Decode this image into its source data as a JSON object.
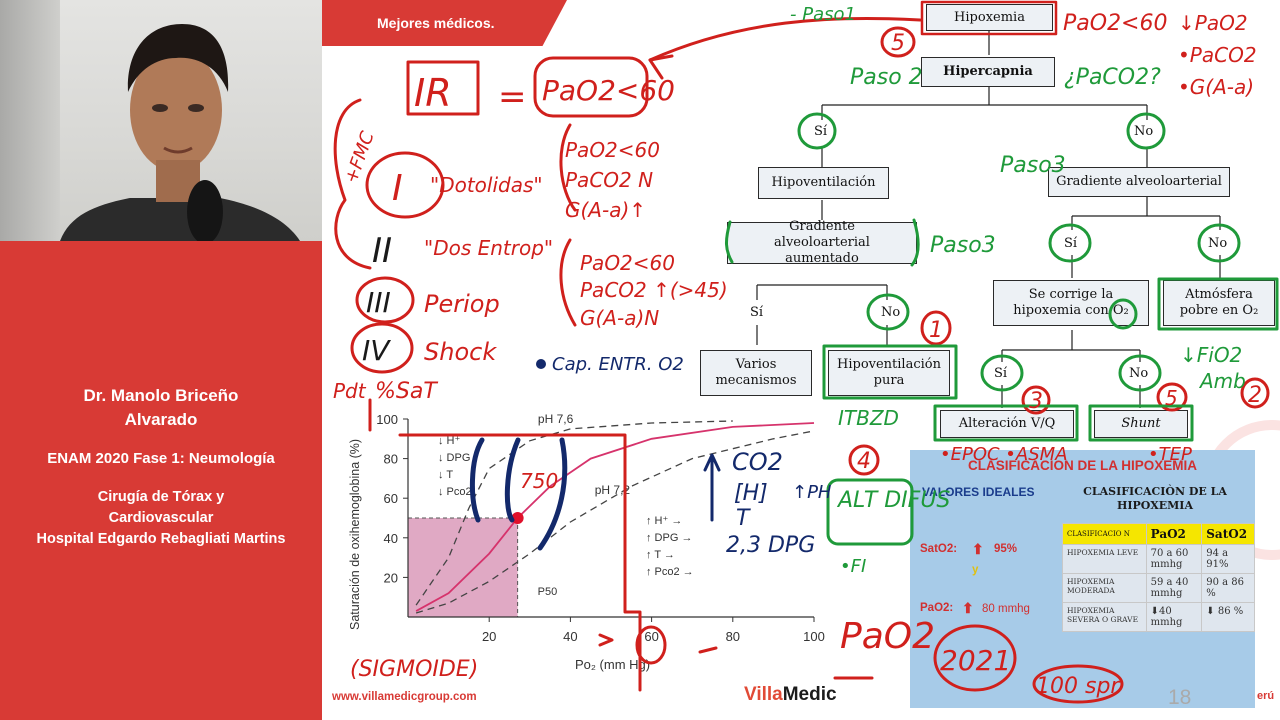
{
  "sidebar": {
    "doctor_name": "Dr. Manolo Briceño Alvarado",
    "course": "ENAM 2020 Fase 1: Neumología",
    "department": "Cirugía de Tórax y Cardiovascular",
    "hospital": "Hospital Edgardo Rebagliati Martins"
  },
  "slide": {
    "tag": "Mejores médicos.",
    "footer_url": "www.villamedicgroup.com",
    "brand_left": "Villa",
    "brand_right": "Medic",
    "page_number": "18",
    "corner": "erú"
  },
  "flowchart": {
    "hipoxemia": "Hipoxemia",
    "hipercapnia": "Hipercapnia",
    "si": "Sí",
    "no": "No",
    "hipoventilacion": "Hipoventilación",
    "gradiente_aumentado": "Gradiente alveoloarterial aumentado",
    "gradiente": "Gradiente alveoloarterial",
    "varios": "Varios mecanismos",
    "hipovent_pura": "Hipoventilación pura",
    "se_corrige": "Se corrige la hipoxemia con O₂",
    "atmosfera": "Atmósfera pobre en O₂",
    "alteracion": "Alteración V/Q",
    "shunt": "Shunt"
  },
  "chart_data": {
    "type": "line",
    "xlabel": "Po₂ (mm Hg)",
    "ylabel": "Saturación de oxihemoglobina (%)",
    "xlim": [
      0,
      100
    ],
    "ylim": [
      0,
      100
    ],
    "xticks": [
      20,
      40,
      60,
      80,
      100
    ],
    "yticks": [
      20,
      40,
      60,
      80,
      100
    ],
    "series": [
      {
        "x": [
          2,
          10,
          20,
          27,
          35,
          45,
          60,
          80,
          100
        ],
        "y": [
          3,
          12,
          32,
          50,
          66,
          80,
          90,
          96,
          98
        ]
      },
      {
        "name": "pH 7,6",
        "x": [
          2,
          10,
          15,
          20,
          30,
          40,
          60,
          80
        ],
        "y": [
          6,
          30,
          55,
          75,
          89,
          95,
          98,
          99
        ]
      },
      {
        "name": "pH 7,2",
        "x": [
          2,
          10,
          20,
          30,
          40,
          55,
          70,
          90,
          100
        ],
        "y": [
          2,
          7,
          18,
          32,
          48,
          66,
          80,
          90,
          94
        ]
      }
    ],
    "annotations": [
      "H⁺",
      "DPG",
      "T",
      "Pco2",
      "P50",
      "H⁺",
      "DPG",
      "T",
      "Pco2"
    ],
    "p50_marker": [
      27,
      50
    ]
  },
  "clasificacion": {
    "title": "CLASIFICACION DE LA HIPOXEMIA",
    "valores_ideales": "VALORES IDEALES",
    "satO2_label": "SatO2:",
    "satO2_value": "95%",
    "pao2_label": "PaO2:",
    "pao2_value": "80 mmhg",
    "y_text": "y",
    "table_title": "CLASIFICACIÒN DE LA HIPOXEMIA",
    "headers": [
      "CLASIFICACIO N",
      "PaO2",
      "SatO2"
    ],
    "rows": [
      [
        "HIPOXEMIA LEVE",
        "70 a 60 mmhg",
        "94 a 91%"
      ],
      [
        "HIPOXEMIA MODERADA",
        "59 a 40 mmhg",
        "90 a 86 %"
      ],
      [
        "HIPOXEMIA SEVERA O GRAVE",
        "40 mmhg",
        "86 %"
      ]
    ]
  },
  "handwriting": {
    "ir": "IR",
    "eq": "=",
    "pao2_60": "PaO2<60",
    "pao2_60_top": "PaO2<60",
    "paso1": "- Paso1",
    "paso2": "Paso 2",
    "paso3a": "Paso3",
    "paso3b": "Paso3",
    "paco2_q": "¿PaCO2?",
    "tipo1": "I",
    "tipo2": "II",
    "tipo3": "III",
    "tipo4": "IV",
    "dotacion": "\"Dotolidas\"",
    "dos_entrop": "\"Dos Entrop\"",
    "periop": "Periop",
    "shock": "Shock",
    "pao2_lt60": "PaO2<60",
    "paco2_n": "PaCO2 N",
    "g_aa": "G(A-a)↑",
    "pao2_lt60b": "PaO2<60",
    "paco2_45": "PaCO2 ↑(>45)",
    "g_aa_n": "G(A-a)N",
    "cap_entr": "Cap. ENTR. O2",
    "right_list": [
      "↓PaO2",
      "•PaCO2",
      "•G(A-a)"
    ],
    "fio2": "↓FiO2",
    "amb": "Amb",
    "itbzd": "ITBZD",
    "epoc": "•EPOC •ASMA",
    "tep": "•TEP",
    "art_difus": "ALT DIFUS",
    "fi": "•FI",
    "co2": "CO2",
    "h": "[H]",
    "t": "T",
    "dpg": "2,3 DPG",
    "ph": "↑PH",
    "num_750": "750",
    "pdt": "Pdt",
    "sat": "%SaT",
    "sigmoide": "(SIGMOIDE)",
    "pao2_big": "PaO2",
    "tvo2": "2021",
    "mult": "100 spr",
    "n1": "1",
    "n2": "2",
    "n3": "3",
    "n4": "4",
    "n5a": "5",
    "n5b": "5",
    "fmc": "+FMC"
  }
}
